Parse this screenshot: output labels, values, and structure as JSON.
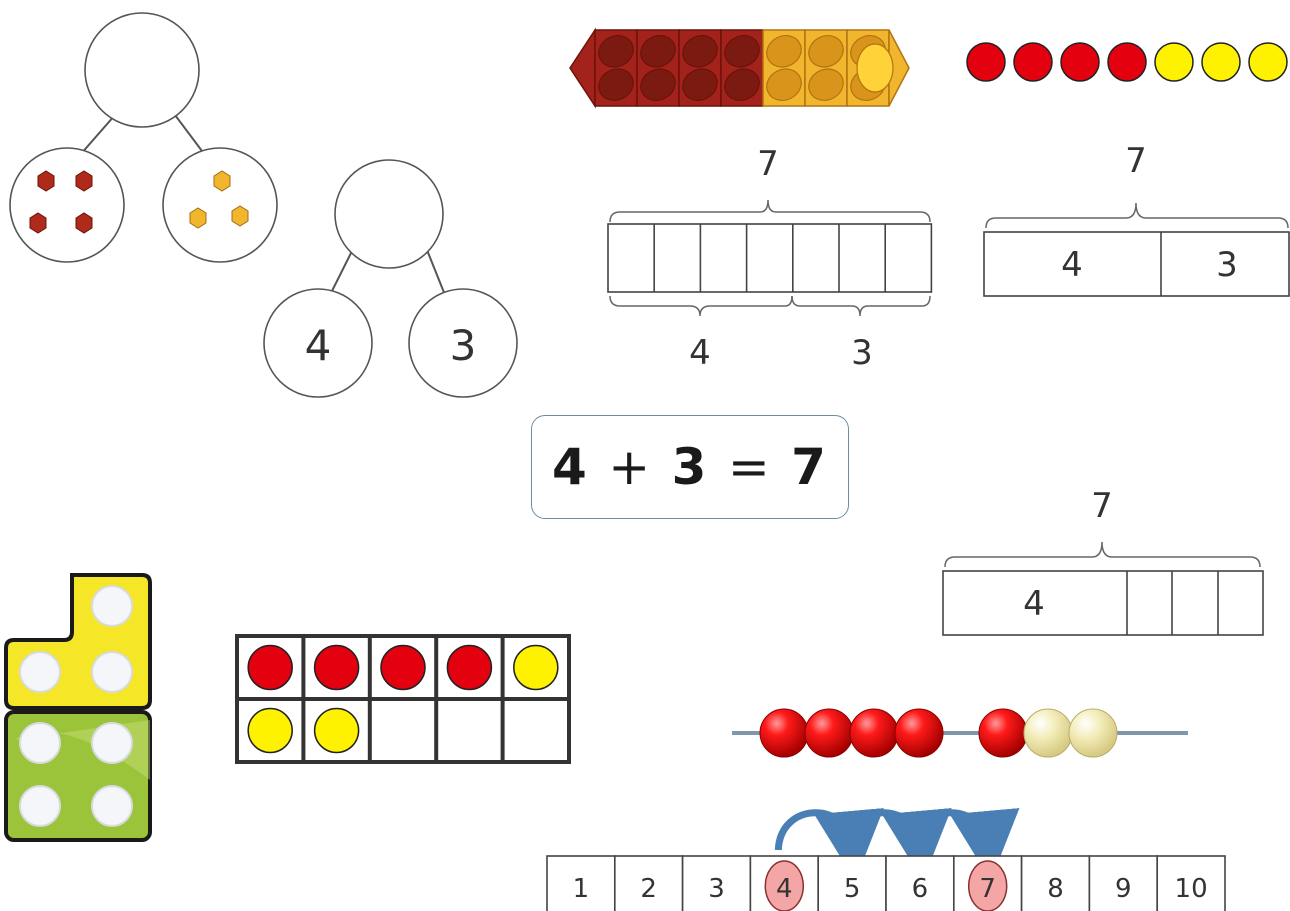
{
  "equation": {
    "a": "4",
    "plus": "+",
    "b": "3",
    "equals": "=",
    "total": "7"
  },
  "part_whole_model": {
    "whole": "",
    "part_left": "4",
    "part_right": "3"
  },
  "cube_train": {
    "red_count": 4,
    "yellow_count": 3
  },
  "counter_row": {
    "red_count": 4,
    "yellow_count": 3
  },
  "bar_model_cells": {
    "whole_label": "7",
    "cells": 7,
    "left_label": "4",
    "right_label": "3"
  },
  "bar_model_parts": {
    "whole_label": "7",
    "left_part": "4",
    "right_part": "3"
  },
  "bar_model_mixed": {
    "whole_label": "7",
    "left_part": "4",
    "unit_cells": 3
  },
  "ten_frame": {
    "red_count": 4,
    "yellow_count": 3,
    "cells": 10
  },
  "bead_string": {
    "red_count": 5,
    "cream_count": 2
  },
  "number_line": {
    "labels": [
      "1",
      "2",
      "3",
      "4",
      "5",
      "6",
      "7",
      "8",
      "9",
      "10"
    ],
    "start": 4,
    "end": 7,
    "jumps": 3
  },
  "colors": {
    "red": "#e3000f",
    "yellow": "#fff200",
    "cube_red": "#a3231c",
    "cube_yellow": "#f2b52e",
    "arrow_blue": "#4a7fb5",
    "highlight_pink": "#f4a6a6",
    "numicon_yellow": "#f5e628",
    "numicon_green": "#9bc43a"
  }
}
